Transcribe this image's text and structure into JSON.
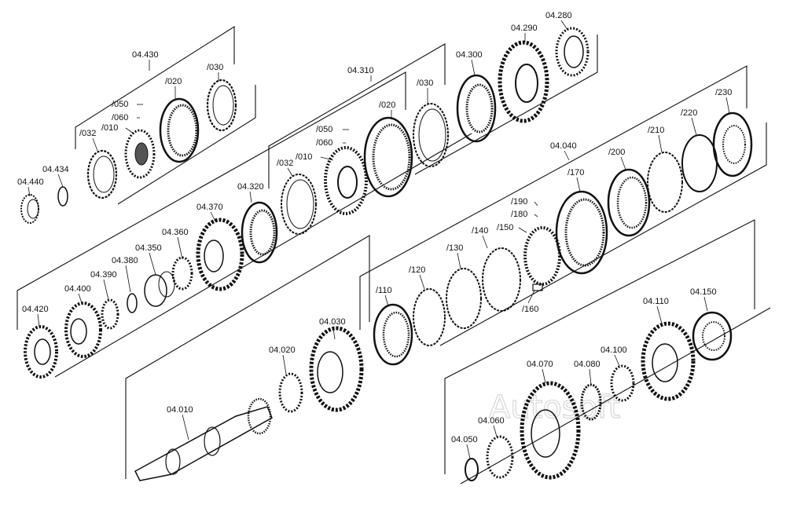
{
  "watermark": "Autosoft",
  "labels": {
    "a04430": "04.430",
    "s020_1": "/020",
    "s030_1": "/030",
    "s050_1": "/050",
    "s060_1": "/060",
    "s010_1": "/010",
    "s032_1": "/032",
    "a04434": "04.434",
    "a04440": "04.440",
    "a04310": "04.310",
    "s020_2": "/020",
    "s030_2": "/030",
    "s050_2": "/050",
    "s060_2": "/060",
    "s010_2": "/010",
    "s032_2": "/032",
    "a04320": "04.320",
    "a04300": "04.300",
    "a04290": "04.290",
    "a04280": "04.280",
    "a04370": "04.370",
    "a04360": "04.360",
    "a04350": "04.350",
    "a04380": "04.380",
    "a04390": "04.390",
    "a04400": "04.400",
    "a04420": "04.420",
    "a04040": "04.040",
    "s230": "/230",
    "s220": "/220",
    "s210": "/210",
    "s200": "/200",
    "s170": "/170",
    "s190": "/190",
    "s180": "/180",
    "s150": "/150",
    "s140": "/140",
    "s130": "/130",
    "s120": "/120",
    "s110": "/110",
    "s160": "/160",
    "a04030": "04.030",
    "a04020": "04.020",
    "a04010": "04.010",
    "a04150": "04.150",
    "a04110": "04.110",
    "a04100": "04.100",
    "a04080": "04.080",
    "a04070": "04.070",
    "a04060": "04.060",
    "a04050": "04.050"
  }
}
